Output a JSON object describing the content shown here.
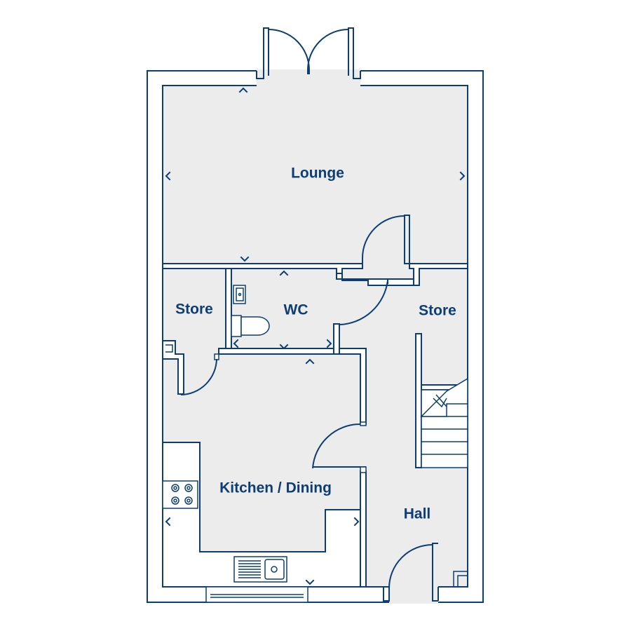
{
  "colors": {
    "wall_stroke": "#0d3e73",
    "floor_fill": "#ececed",
    "background": "#ffffff"
  },
  "rooms": {
    "lounge": "Lounge",
    "wc": "WC",
    "store_left": "Store",
    "store_right": "Store",
    "kitchen_dining": "Kitchen / Dining",
    "hall": "Hall"
  }
}
